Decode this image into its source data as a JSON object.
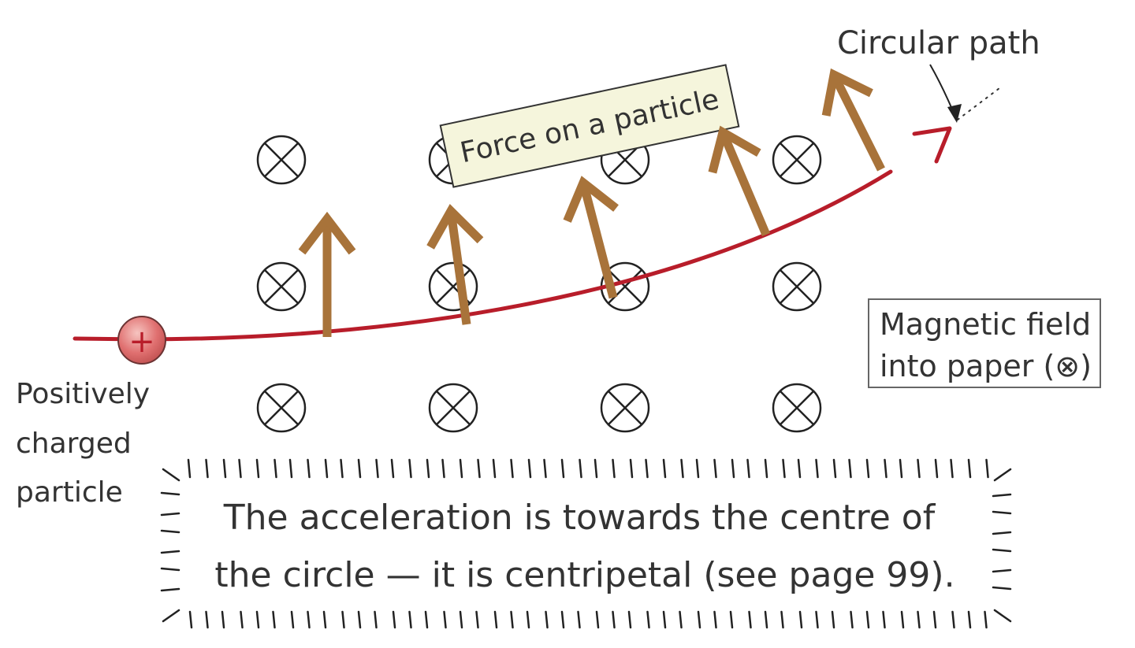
{
  "labels": {
    "circular_path": "Circular path",
    "particle": [
      "Positively",
      "charged",
      "particle"
    ],
    "particle_symbol": "+",
    "field": [
      "Magnetic field",
      "into paper (⊗)"
    ],
    "force": "Force on a particle"
  },
  "note": {
    "lines": [
      "The acceleration is towards the centre of",
      "the circle — it is centripetal (see page 99)."
    ]
  },
  "colors": {
    "path": "#b81d2a",
    "force_arrow": "#a8733a",
    "field_symbol": "#222222",
    "text": "#333333",
    "force_label_bg": "#f5f5dc",
    "particle_fill": "#e07070"
  },
  "icons": {
    "field_symbol": "field-into-paper-icon",
    "force": "force-arrow-icon",
    "particle": "positive-charge-icon"
  }
}
